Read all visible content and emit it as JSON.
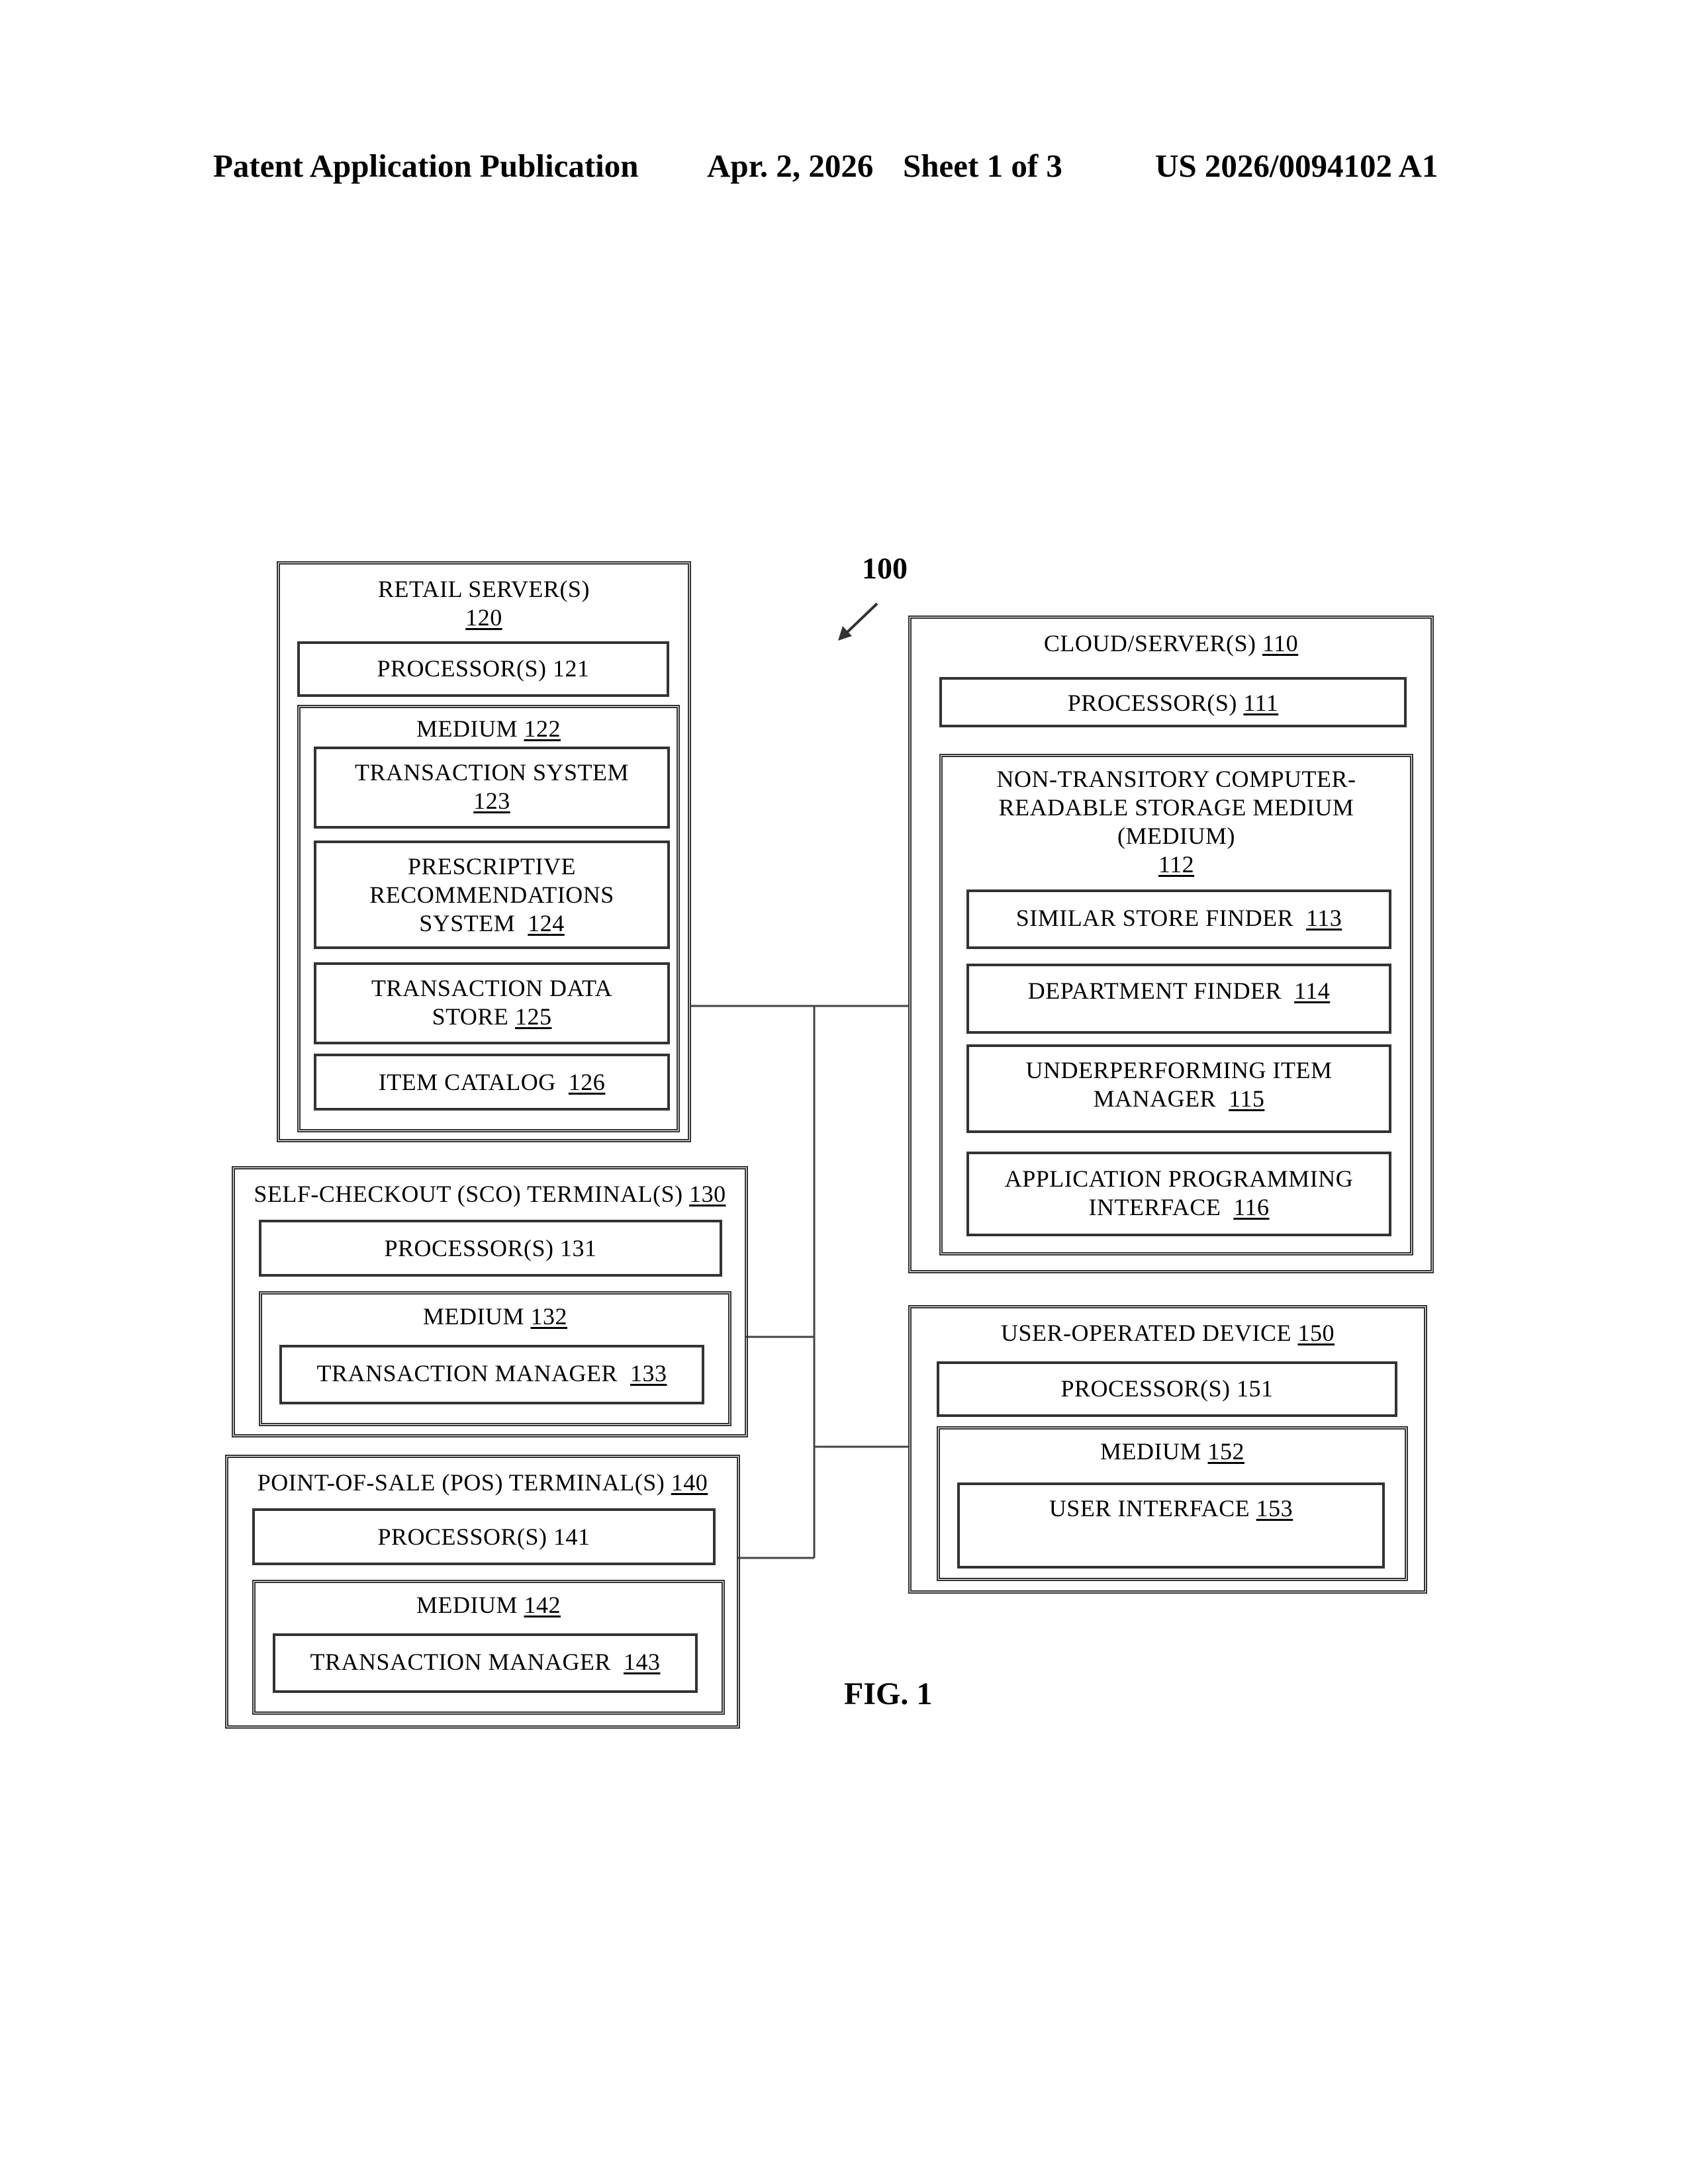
{
  "header": {
    "publication": "Patent Application Publication",
    "date": "Apr. 2, 2026",
    "sheet": "Sheet 1 of 3",
    "number": "US 2026/0094102 A1"
  },
  "diagram": {
    "system_ref": "100",
    "figure_label": "FIG. 1",
    "retail_server": {
      "title": "RETAIL SERVER(S)",
      "ref": "120",
      "processor": "PROCESSOR(S) 121",
      "medium_label": "MEDIUM",
      "medium_ref": "122",
      "transaction_system": "TRANSACTION SYSTEM",
      "transaction_system_ref": "123",
      "prescriptive_l1": "PRESCRIPTIVE",
      "prescriptive_l2": "RECOMMENDATIONS",
      "prescriptive_l3": "SYSTEM",
      "prescriptive_ref": "124",
      "data_store_l1": "TRANSACTION DATA",
      "data_store_l2": "STORE",
      "data_store_ref": "125",
      "item_catalog": "ITEM CATALOG",
      "item_catalog_ref": "126"
    },
    "sco_terminal": {
      "title": "SELF-CHECKOUT (SCO) TERMINAL(S)",
      "ref": "130",
      "processor": "PROCESSOR(S) 131",
      "medium_label": "MEDIUM",
      "medium_ref": "132",
      "transaction_manager": "TRANSACTION MANAGER",
      "transaction_manager_ref": "133"
    },
    "pos_terminal": {
      "title": "POINT-OF-SALE (POS) TERMINAL(S)",
      "ref": "140",
      "processor": "PROCESSOR(S) 141",
      "medium_label": "MEDIUM",
      "medium_ref": "142",
      "transaction_manager": "TRANSACTION MANAGER",
      "transaction_manager_ref": "143"
    },
    "cloud_server": {
      "title": "CLOUD/SERVER(S)",
      "ref": "110",
      "processor": "PROCESSOR(S)",
      "processor_ref": "111",
      "medium_l1": "NON-TRANSITORY COMPUTER-",
      "medium_l2": "READABLE STORAGE MEDIUM",
      "medium_l3": "(MEDIUM)",
      "medium_ref": "112",
      "similar_store_finder": "SIMILAR STORE FINDER",
      "similar_store_finder_ref": "113",
      "department_finder": "DEPARTMENT FINDER",
      "department_finder_ref": "114",
      "underperforming_l1": "UNDERPERFORMING ITEM",
      "underperforming_l2": "MANAGER",
      "underperforming_ref": "115",
      "api_l1": "APPLICATION PROGRAMMING",
      "api_l2": "INTERFACE",
      "api_ref": "116"
    },
    "user_device": {
      "title": "USER-OPERATED DEVICE",
      "ref": "150",
      "processor": "PROCESSOR(S) 151",
      "medium_label": "MEDIUM",
      "medium_ref": "152",
      "user_interface": "USER INTERFACE",
      "user_interface_ref": "153"
    }
  }
}
